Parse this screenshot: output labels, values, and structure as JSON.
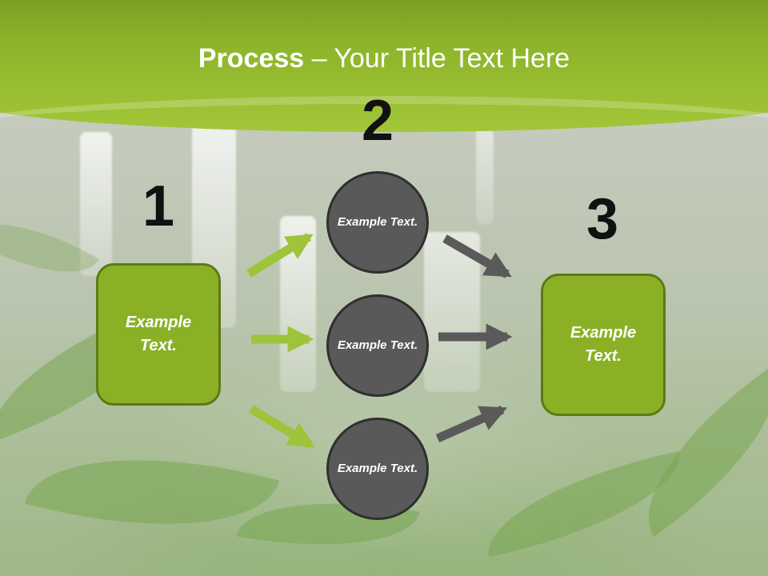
{
  "slide": {
    "title_bold": "Process",
    "title_rest": " – Your Title Text Here"
  },
  "steps": {
    "step1_number": "1",
    "step2_number": "2",
    "step3_number": "3"
  },
  "nodes": {
    "start_box": "Example Text.",
    "circle_top": "Example Text.",
    "circle_middle": "Example Text.",
    "circle_bottom": "Example Text.",
    "end_box": "Example Text."
  },
  "colors": {
    "header_green": "#8cb42a",
    "box_green": "#8ab126",
    "circle_gray": "#595959",
    "arrow_green": "#9dc43a",
    "arrow_gray": "#5a5a5a"
  }
}
